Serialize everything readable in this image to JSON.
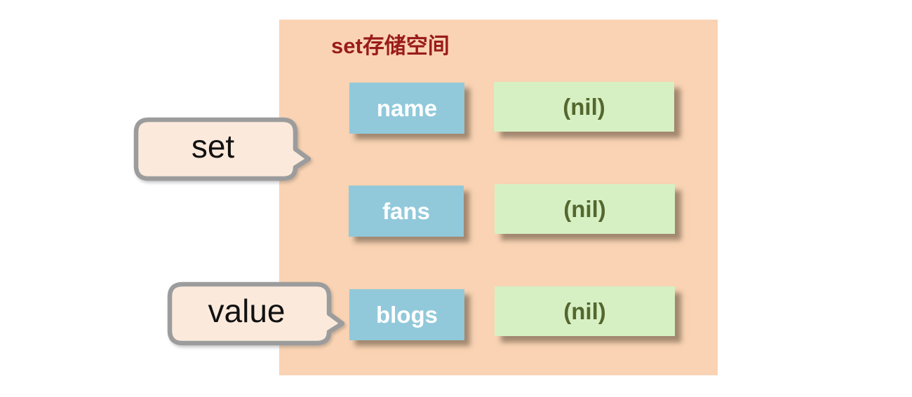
{
  "panel": {
    "title_prefix": "set",
    "title_suffix": "存储空间",
    "rows": [
      {
        "key": "name",
        "value": "(nil)"
      },
      {
        "key": "fans",
        "value": "(nil)"
      },
      {
        "key": "blogs",
        "value": "(nil)"
      }
    ]
  },
  "callouts": [
    {
      "label": "set"
    },
    {
      "label": "value"
    }
  ],
  "colors": {
    "panel_bg": "#F9D3B3",
    "title_text": "#9A1B1B",
    "key_box_bg": "#91C9DB",
    "key_box_text": "#FFFFFF",
    "value_box_bg": "#D6F0C4",
    "value_box_text": "#55672E",
    "bubble_fill": "#FBEADC",
    "bubble_border": "#9C9C9C",
    "bubble_text": "#111111"
  }
}
